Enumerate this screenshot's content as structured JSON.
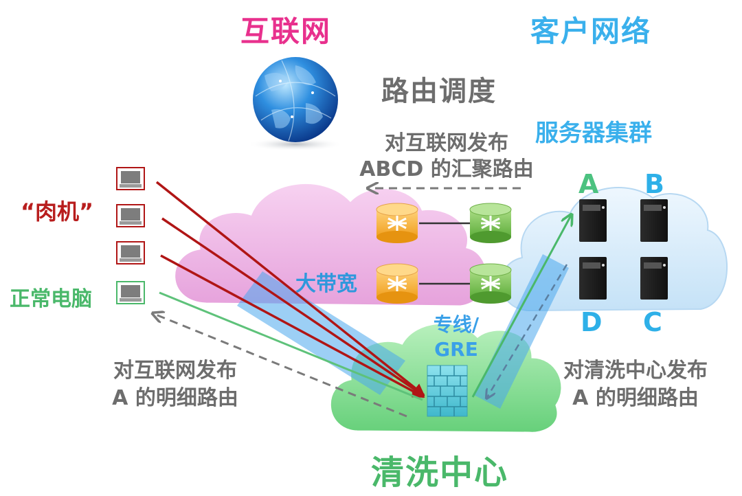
{
  "labels": {
    "internet": "互联网",
    "customer_network": "客户网络",
    "routing": "路由调度",
    "server_cluster": "服务器集群",
    "publish_aggregate_l1": "对互联网发布",
    "publish_aggregate_l2": "ABCD 的汇聚路由",
    "zombies": "“肉机”",
    "normal_pc": "正常电脑",
    "bandwidth": "大带宽",
    "dedicated_line_l1": "专线/",
    "dedicated_line_l2": "GRE",
    "publish_specific_internet_l1": "对互联网发布",
    "publish_specific_internet_l2": "A 的明细路由",
    "publish_specific_center_l1": "对清洗中心发布",
    "publish_specific_center_l2": "A 的明细路由",
    "scrubbing_center": "清洗中心"
  },
  "servers": [
    "A",
    "B",
    "D",
    "C"
  ],
  "colors": {
    "internet_title": "#e8308d",
    "customer_title": "#3ab0ec",
    "gray_text": "#6d6d6d",
    "zombie": "#b81d1d",
    "normal": "#4ab86a",
    "attack_line": "#b01515",
    "normal_line": "#5ec27a",
    "pink_cloud": "#f2b7ea",
    "blue_cloud": "#d9ecfa",
    "green_cloud": "#8fe09a"
  },
  "icons": [
    "globe-icon",
    "laptop-icon",
    "router-icon",
    "server-icon",
    "firewall-icon",
    "cloud-icon"
  ]
}
